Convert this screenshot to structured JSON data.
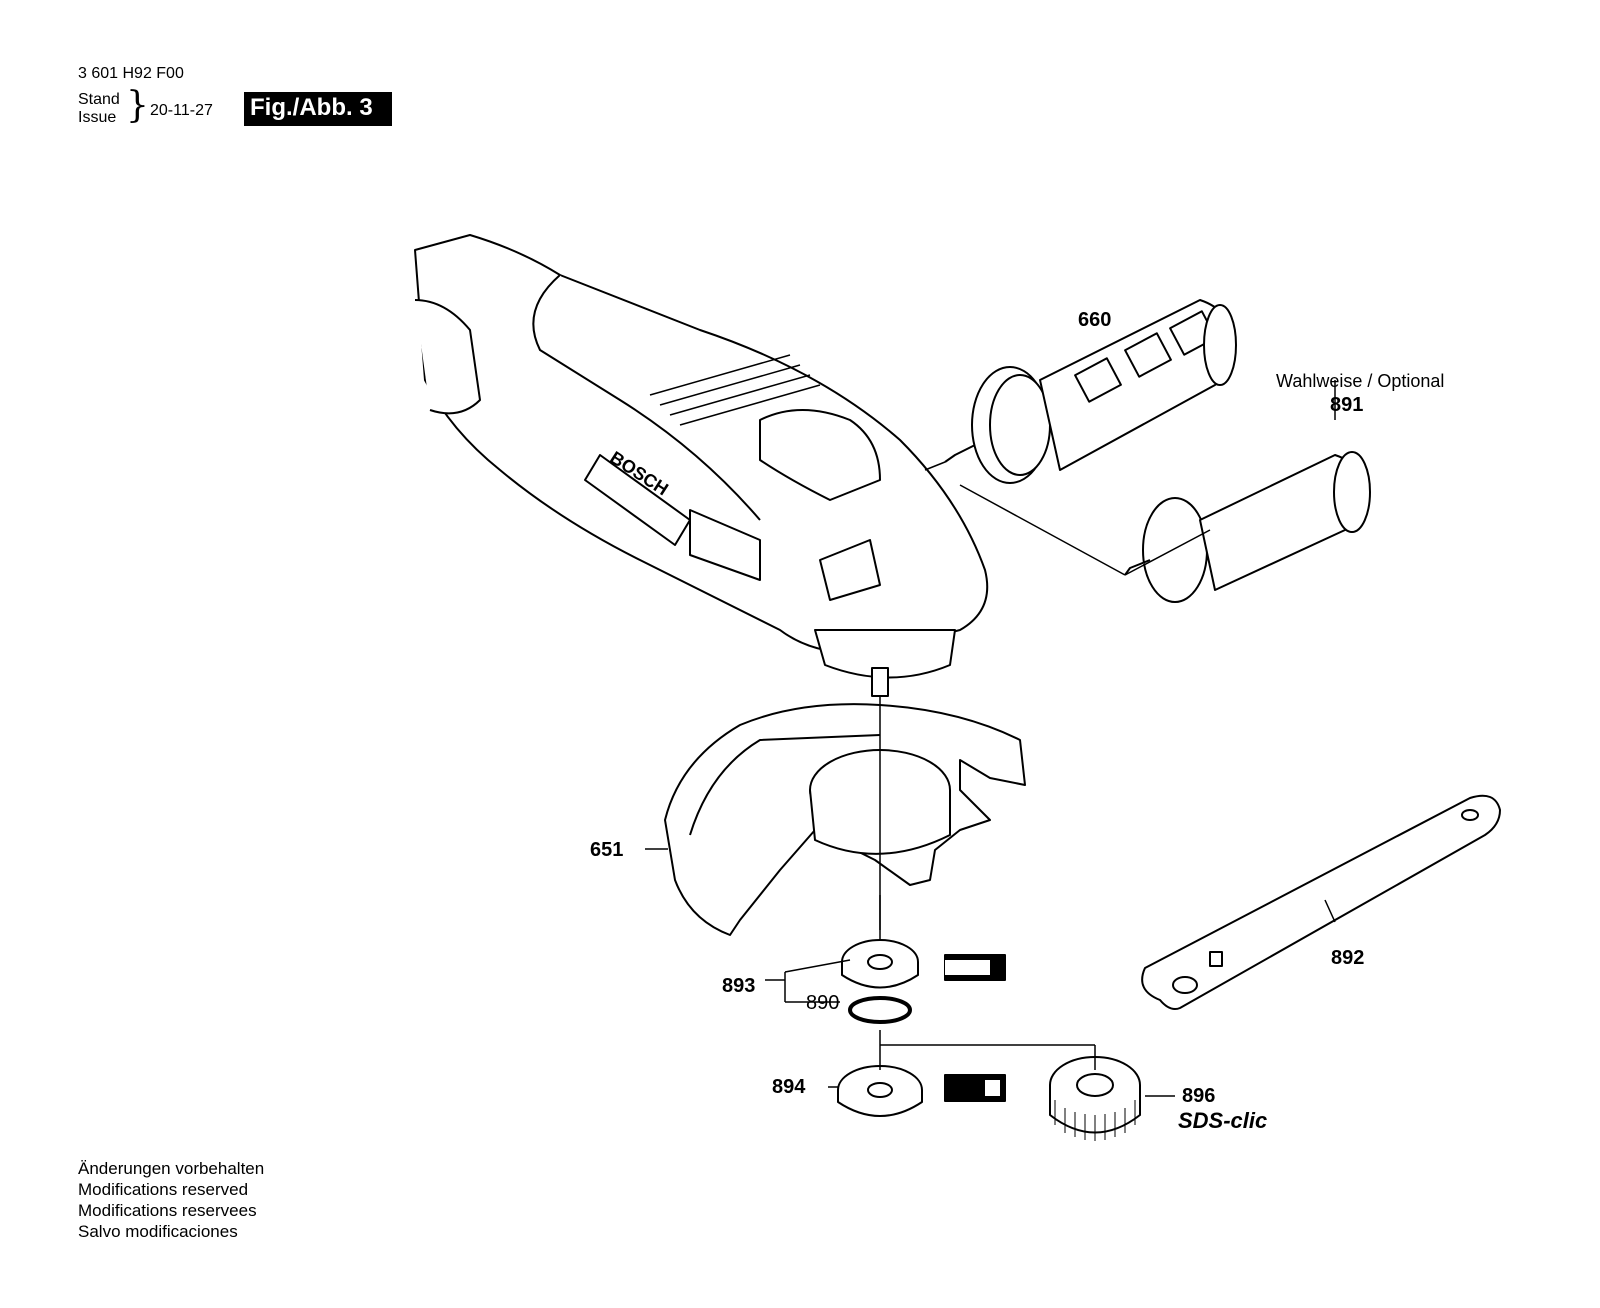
{
  "header": {
    "code": "3 601 H92 F00",
    "stand_label": "Stand",
    "issue_label": "Issue",
    "date": "20-11-27",
    "fig_label": "Fig./Abb. 3"
  },
  "parts": {
    "p660": "660",
    "p891": "891",
    "p651": "651",
    "p893": "893",
    "p890": "890",
    "p892": "892",
    "p894": "894",
    "p896": "896"
  },
  "labels": {
    "optional": "Wahlweise / Optional",
    "sds": "SDS-clic",
    "brand": "BOSCH"
  },
  "footer": {
    "line1": "Änderungen vorbehalten",
    "line2": "Modifications reserved",
    "line3": "Modifications reservees",
    "line4": "Salvo modificaciones"
  }
}
